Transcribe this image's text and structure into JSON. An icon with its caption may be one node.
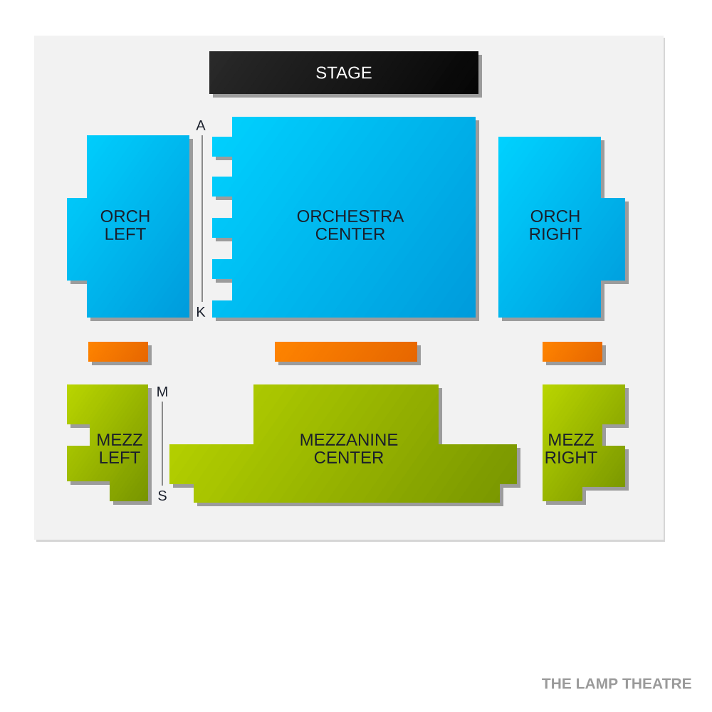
{
  "diagram": {
    "caption": "THE LAMP THEATRE",
    "nodes": [
      {
        "text": [
          "STAGE"
        ]
      },
      {
        "text": [
          "ORCH LEFT"
        ]
      },
      {
        "text": [
          "ORCHESTRA CENTER"
        ]
      },
      {
        "text": [
          "ORCH RIGHT"
        ]
      },
      {
        "text": [],
        "shape": "bar"
      },
      {
        "text": [],
        "shape": "bar"
      },
      {
        "text": [],
        "shape": "bar"
      },
      {
        "text": [
          "MEZZ LEFT"
        ]
      },
      {
        "text": [
          "MEZZANINE CENTER"
        ]
      },
      {
        "text": [
          "MEZZ RIGHT"
        ]
      }
    ],
    "labels": [
      "A",
      "K",
      "M",
      "S"
    ]
  }
}
